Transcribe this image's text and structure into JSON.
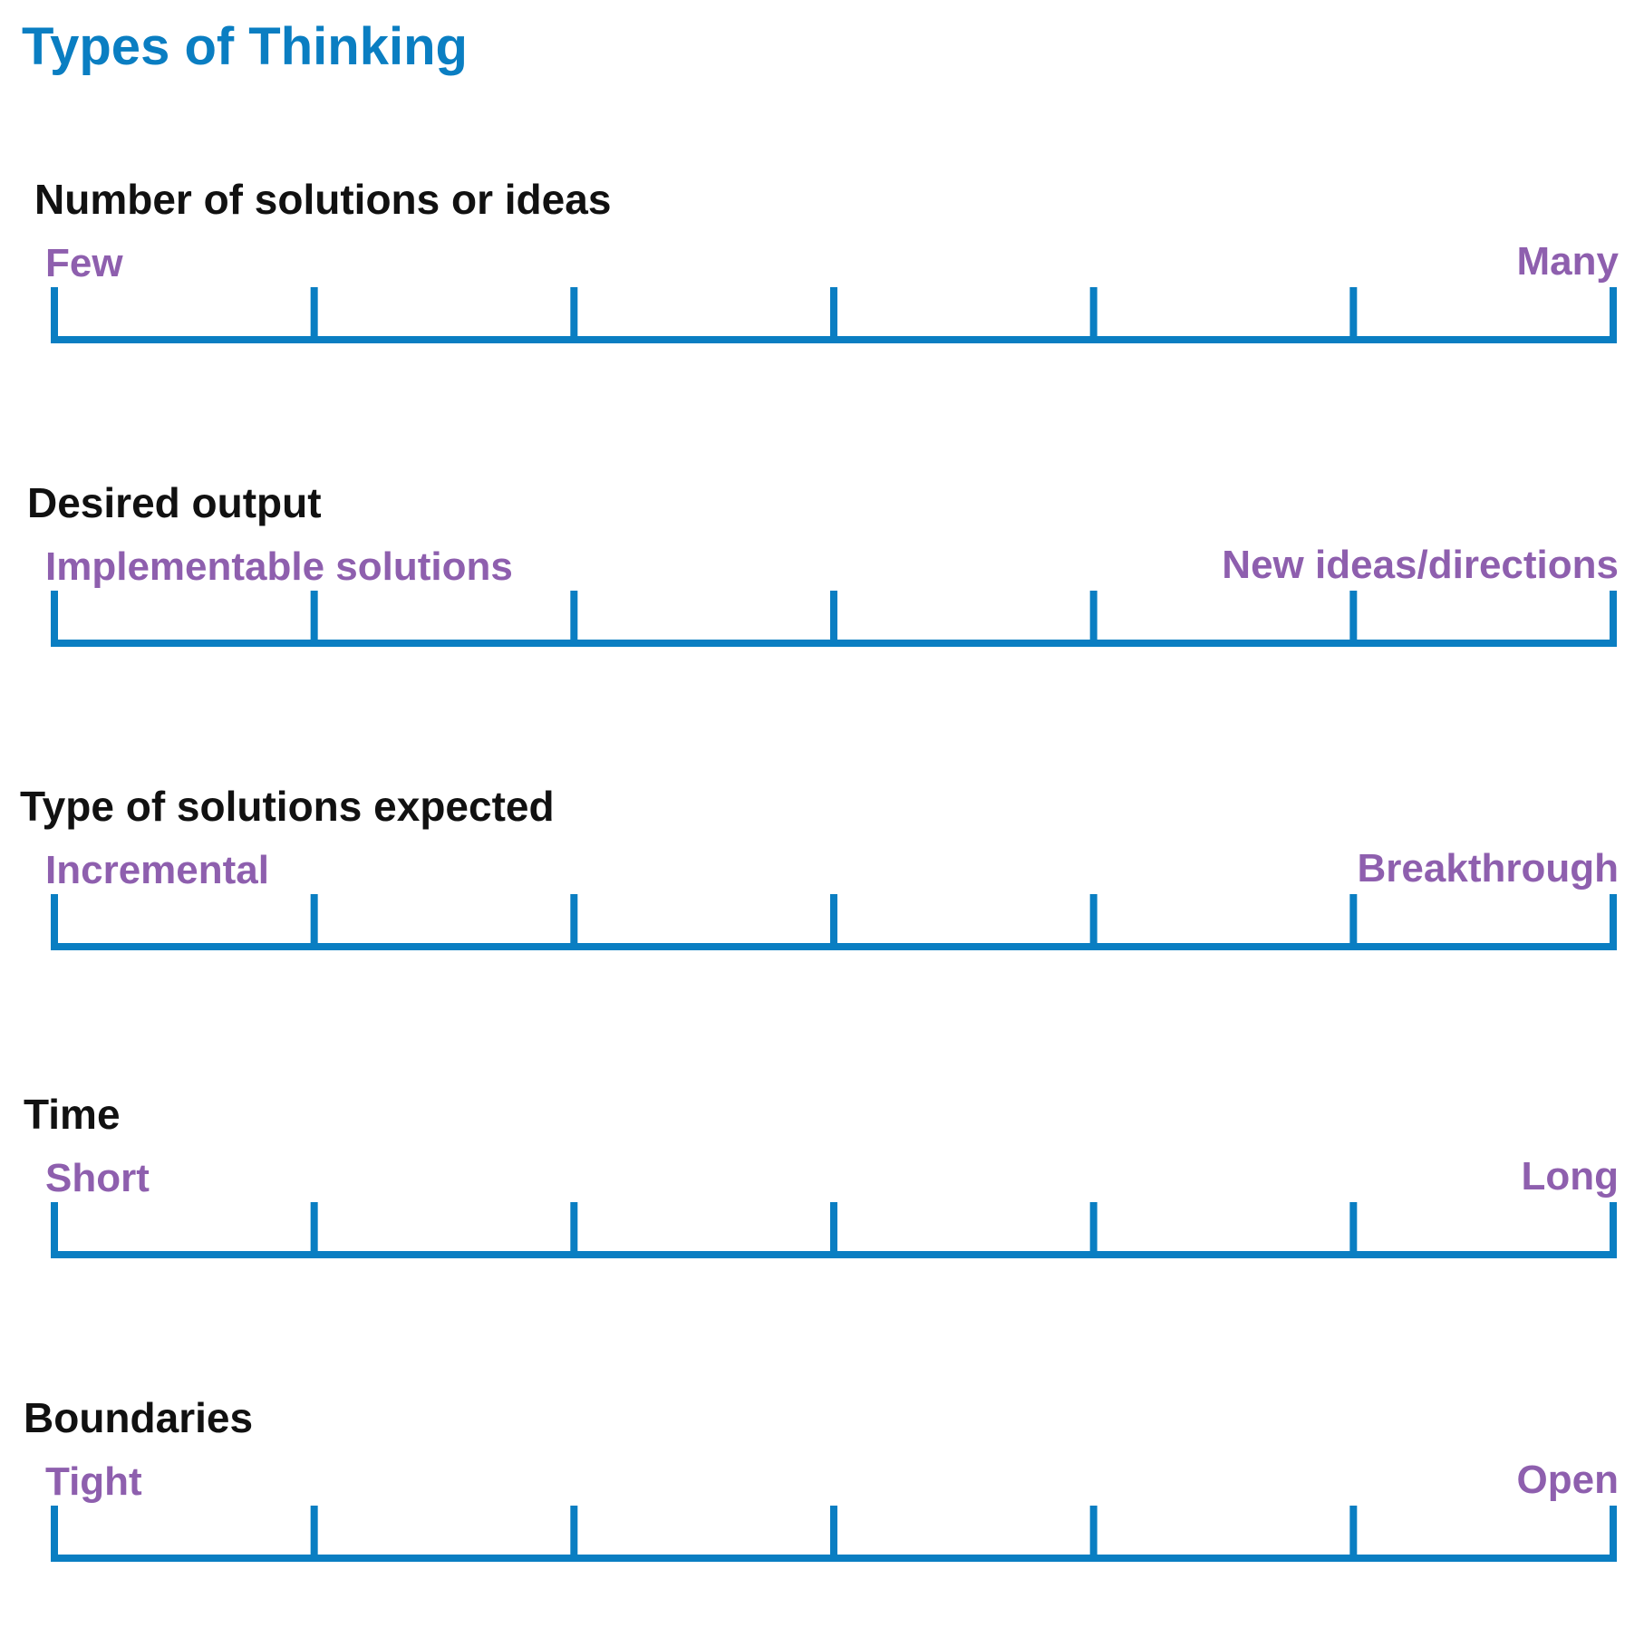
{
  "title": "Types of Thinking",
  "colors": {
    "title": "#0a7ec2",
    "heading": "#111111",
    "pole": "#8e5fae",
    "scale_line": "#0a7ec2"
  },
  "scale_ticks": 7,
  "scales": [
    {
      "heading": "Number of solutions or ideas",
      "left": "Few",
      "right": "Many"
    },
    {
      "heading": "Desired output",
      "left": "Implementable solutions",
      "right": "New ideas/directions"
    },
    {
      "heading": "Type of solutions expected",
      "left": "Incremental",
      "right": "Breakthrough"
    },
    {
      "heading": "Time",
      "left": "Short",
      "right": "Long"
    },
    {
      "heading": "Boundaries",
      "left": "Tight",
      "right": "Open"
    }
  ]
}
